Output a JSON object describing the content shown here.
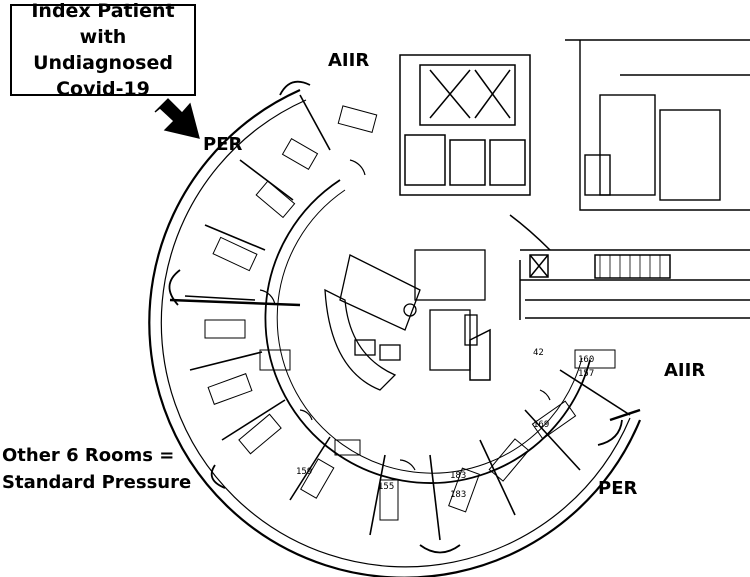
{
  "callout": {
    "line1": "Index Patient with",
    "line2": "Undiagnosed",
    "line3": "Covid-19"
  },
  "labels": {
    "aiir_top": "AIIR",
    "per_top": "PER",
    "aiir_right": "AIIR",
    "per_bottom": "PER"
  },
  "note": {
    "line1": "Other 6 Rooms =",
    "line2": "Standard Pressure"
  },
  "room_numbers": {
    "r42": "42",
    "r160": "160",
    "r157": "157",
    "r169": "169",
    "r159": "159",
    "r155": "155",
    "r183a": "183",
    "r183b": "183"
  }
}
